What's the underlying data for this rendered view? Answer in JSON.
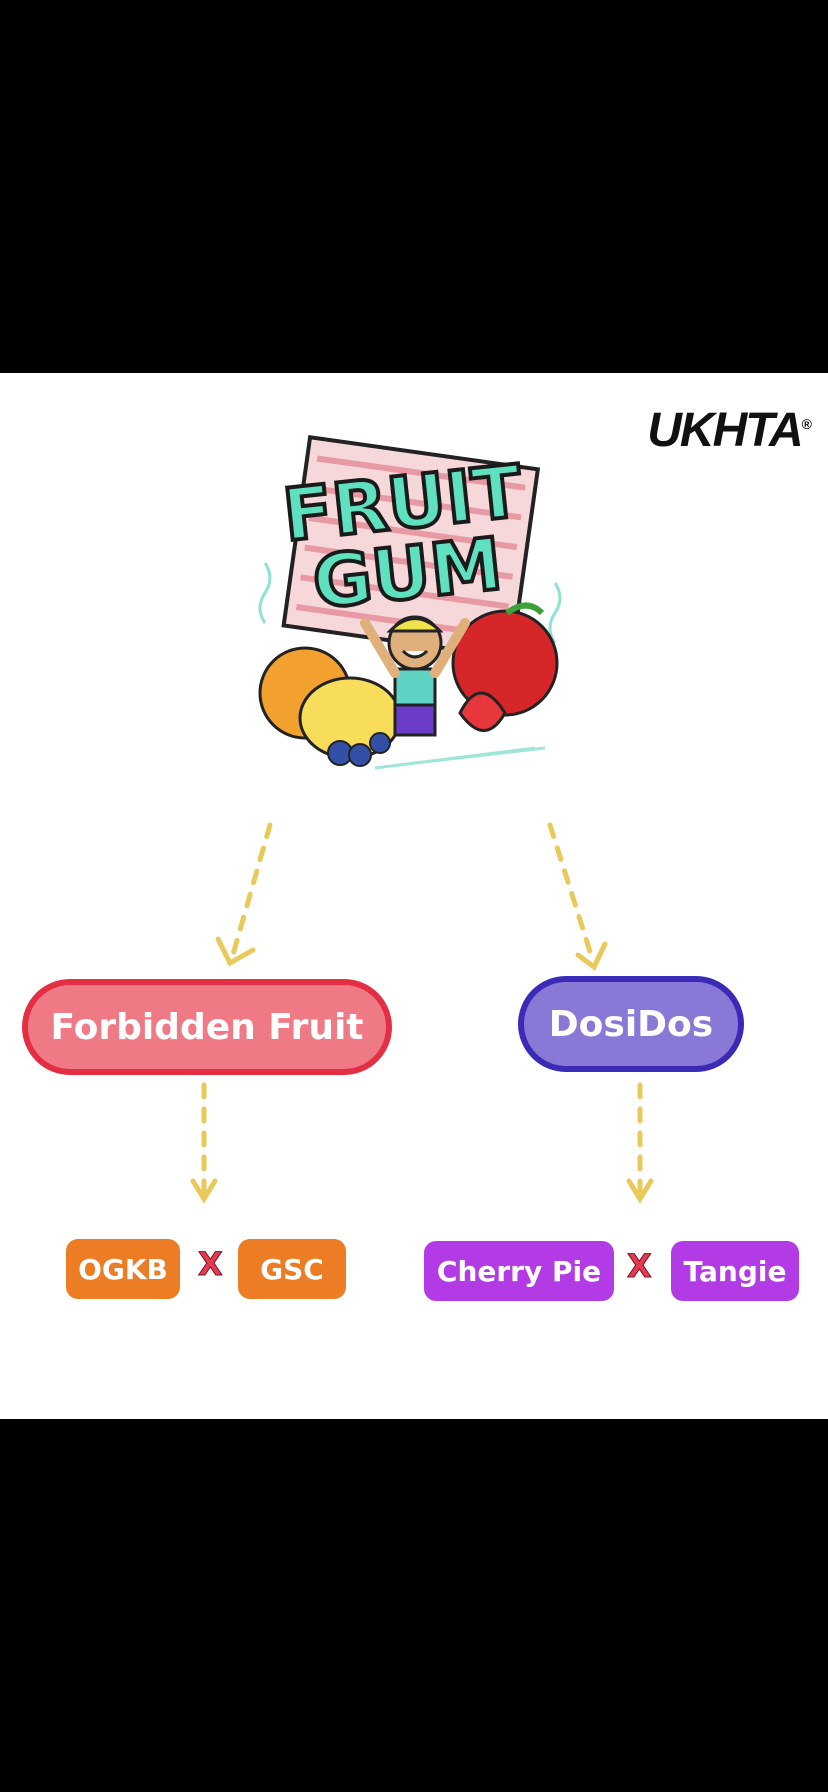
{
  "brand": {
    "name": "UKHTA",
    "mark": "®"
  },
  "logo": {
    "line1": "FRUIT",
    "line2": "GUM"
  },
  "parents": [
    {
      "label": "Forbidden Fruit",
      "color": "#ef7a86",
      "border": "#e32e43"
    },
    {
      "label": "DosiDos",
      "color": "#8a78d6",
      "border": "#3b2ab6"
    }
  ],
  "grandparents": {
    "left": [
      "OGKB",
      "GSC"
    ],
    "right": [
      "Cherry Pie",
      "Tangie"
    ],
    "cross_symbol": "X"
  },
  "colors": {
    "arrow": "#e9c95a",
    "orange_tag": "#ec7d25",
    "purple_tag": "#b23be6",
    "cross": "#e23b52"
  }
}
